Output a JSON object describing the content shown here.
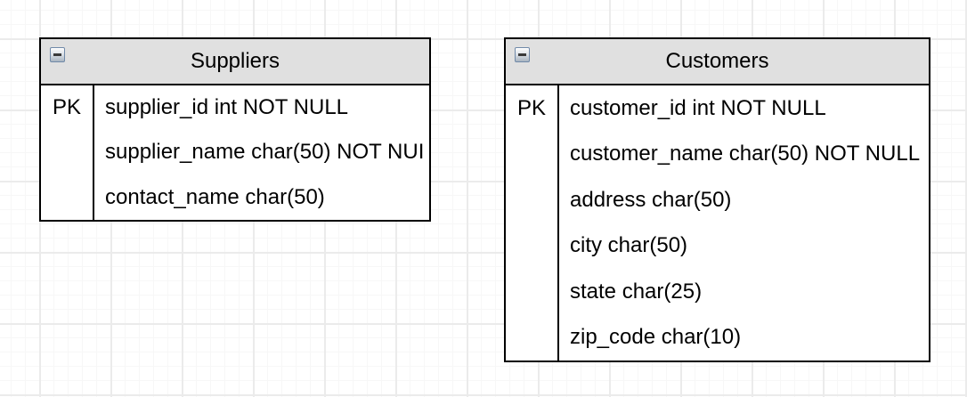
{
  "canvas": {
    "background": "#ffffff",
    "grid_minor_color": "#f7f7f7",
    "grid_major_color": "#ebebeb"
  },
  "style": {
    "header_fill": "#e0e0e0",
    "border_color": "#000000",
    "text_color": "#000000"
  },
  "tables": [
    {
      "title": "Suppliers",
      "collapse_icon": "minus-icon",
      "rows": [
        {
          "key": "PK",
          "attr": "supplier_id int NOT NULL"
        },
        {
          "key": "",
          "attr": "supplier_name char(50) NOT NUI"
        },
        {
          "key": "",
          "attr": "contact_name char(50)"
        }
      ]
    },
    {
      "title": "Customers",
      "collapse_icon": "minus-icon",
      "rows": [
        {
          "key": "PK",
          "attr": "customer_id int NOT NULL"
        },
        {
          "key": "",
          "attr": "customer_name char(50) NOT NULL"
        },
        {
          "key": "",
          "attr": "address char(50)"
        },
        {
          "key": "",
          "attr": "city char(50)"
        },
        {
          "key": "",
          "attr": "state char(25)"
        },
        {
          "key": "",
          "attr": "zip_code char(10)"
        }
      ]
    }
  ]
}
